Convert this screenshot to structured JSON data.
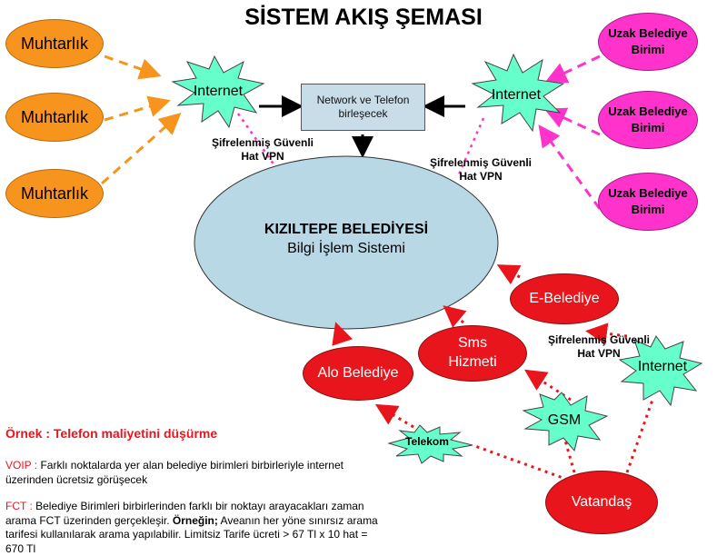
{
  "title": "SİSTEM AKIŞ ŞEMASI",
  "muhtarlik": [
    "Muhtarlık",
    "Muhtarlık",
    "Muhtarlık"
  ],
  "uzak_birim": {
    "line1": "Uzak Belediye",
    "line2": "Birimi"
  },
  "internet_label": "Internet",
  "network_box": {
    "line1": "Network ve Telefon",
    "line2": "birleşecek"
  },
  "vpn_label": {
    "line1": "Şifrelenmiş Güvenli",
    "line2": "Hat VPN"
  },
  "center": {
    "line1": "KIZILTEPE BELEDİYESİ",
    "line2": "Bilgi İşlem Sistemi"
  },
  "services": {
    "e_belediye": "E-Belediye",
    "sms": {
      "line1": "Sms",
      "line2": "Hizmeti"
    },
    "alo": "Alo Belediye",
    "gsm": "GSM",
    "telekom": "Telekom",
    "vatandas": "Vatandaş"
  },
  "notes": {
    "heading": "Örnek : Telefon maliyetini düşürme",
    "voip_key": "VOIP :",
    "voip_text": " Farklı noktalarda yer alan belediye birimleri birbirleriyle internet üzerinden ücretsiz görüşecek",
    "fct_key": "FCT :",
    "fct_text1": " Belediye Birimleri birbirlerinden farklı bir noktayı arayacakları zaman arama FCT üzerinden gerçekleşir. ",
    "fct_bold": "Örneğin;",
    "fct_text2": " Aveanın her yöne sınırsız arama tarifesi kullanılarak arama yapılabilir. Limitsiz Tarife ücreti > 67 Tl x 10 hat = 670 Tl"
  },
  "colors": {
    "muhtarlik": "#f7941d",
    "uzak": "#ff33cc",
    "internet_star": "#66ffcc",
    "center": "#b8d8e6",
    "service_red": "#e8161c",
    "gsm_star": "#66ffcc"
  }
}
